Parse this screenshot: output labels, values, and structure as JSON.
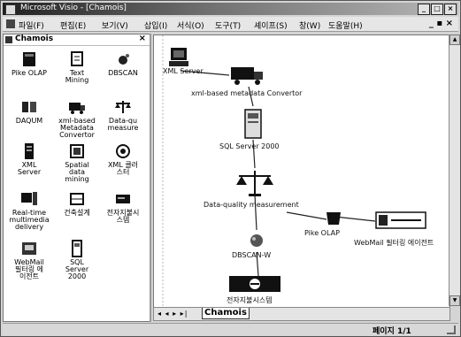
{
  "window": {
    "title": "Microsoft Visio - [Chamois]"
  },
  "menu": {
    "items": [
      "파일(F)",
      "편집(E)",
      "보기(V)",
      "삽입(I)",
      "서식(O)",
      "도구(T)",
      "셰이프(S)",
      "창(W)",
      "도움말(H)"
    ],
    "right": "_ ▪ ×"
  },
  "stencil": {
    "title": "Chamois",
    "close": "×",
    "tools": [
      {
        "label": "Pike OLAP",
        "icon": "database-icon"
      },
      {
        "label": "Text\nMining",
        "icon": "document-icon"
      },
      {
        "label": "DBSCAN",
        "icon": "cluster-icon"
      },
      {
        "label": "DAQUM",
        "icon": "people-icon"
      },
      {
        "label": "xml-based\nMetadata\nConvertor",
        "icon": "truck-icon"
      },
      {
        "label": "Data-qu\nmeasure",
        "icon": "scale-icon"
      },
      {
        "label": "XML\nServer",
        "icon": "server-icon"
      },
      {
        "label": "Spatial\ndata\nmining",
        "icon": "map-icon"
      },
      {
        "label": "XML 클러\n스터",
        "icon": "network-icon"
      },
      {
        "label": "Real-time\nmultimedia\ndelivery",
        "icon": "monitor-icon"
      },
      {
        "label": "건축설계",
        "icon": "blueprint-icon"
      },
      {
        "label": "전자지불시\n스템",
        "icon": "card-icon"
      },
      {
        "label": "WebMail\n필터링 에\n이전트",
        "icon": "mail-icon"
      },
      {
        "label": "SQL\nServer\n2000",
        "icon": "database-server-icon"
      }
    ]
  },
  "diagram": {
    "nodes": {
      "xml_server": "XML Server",
      "converter": "xml-based metadata Convertor",
      "sql_server": "SQL Server 2000",
      "dq": "Data-quality measurement",
      "pike": "Pike OLAP",
      "webmail": "WebMail 필터링 에이전트",
      "dbscan": "DBSCAN-W",
      "payment": "전자지불시스템"
    }
  },
  "tabs": {
    "nav": "◂ ◂ ▸ ▸|",
    "active": "Chamois"
  },
  "status": {
    "page": "페이지 1/1"
  }
}
